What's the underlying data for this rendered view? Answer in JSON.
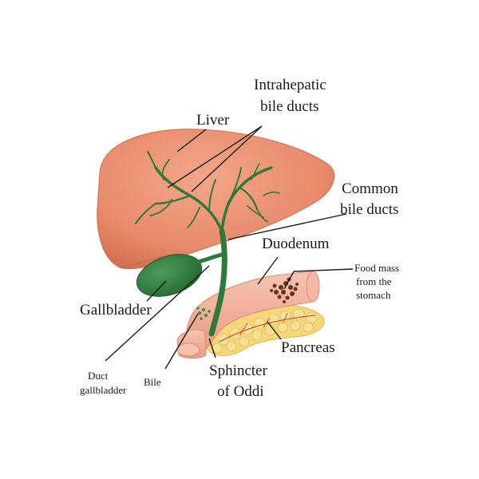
{
  "labels": {
    "liver": "Liver",
    "intrahepatic_1": "Intrahepatic",
    "intrahepatic_2": "bile ducts",
    "common_1": "Common",
    "common_2": "bile ducts",
    "duodenum": "Duodenum",
    "food_1": "Food mass",
    "food_2": "from the",
    "food_3": "stomach",
    "gallbladder": "Gallbladder",
    "pancreas": "Pancreas",
    "duct_1": "Duct",
    "duct_2": "gallbladder",
    "bile": "Bile",
    "sphincter_1": "Sphincter",
    "sphincter_2": "of Oddi"
  },
  "colors": {
    "liver": "#e88b6c",
    "liver_dark": "#cf6e50",
    "ducts": "#2f7a3a",
    "gallbladder": "#2e7a3e",
    "duodenum": "#f3b09c",
    "pancreas": "#f5d77a",
    "food": "#6b3318"
  }
}
